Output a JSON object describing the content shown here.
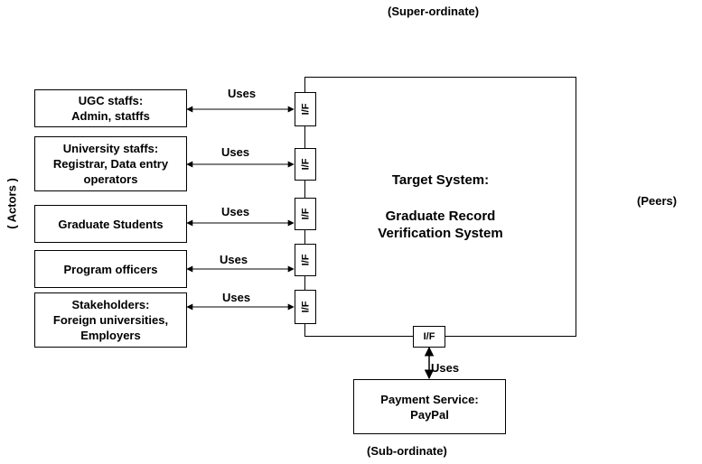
{
  "labels": {
    "super_ordinate": "(Super-ordinate)",
    "sub_ordinate": "(Sub-ordinate)",
    "peers": "(Peers)",
    "actors": "( Actors )"
  },
  "target": {
    "title": "Target System:",
    "name": "Graduate Record\nVerification System"
  },
  "actors": [
    {
      "text": "UGC staffs:\nAdmin, statffs",
      "edge_label": "Uses",
      "interface": "I/F"
    },
    {
      "text": "University staffs:\nRegistrar, Data entry\noperators",
      "edge_label": "Uses",
      "interface": "I/F"
    },
    {
      "text": "Graduate Students",
      "edge_label": "Uses",
      "interface": "I/F"
    },
    {
      "text": "Program officers",
      "edge_label": "Uses",
      "interface": "I/F"
    },
    {
      "text": "Stakeholders:\nForeign universities,\nEmployers",
      "edge_label": "Uses",
      "interface": "I/F"
    }
  ],
  "payment": {
    "text": "Payment Service:\nPayPal",
    "edge_label": "Uses",
    "interface": "I/F"
  }
}
